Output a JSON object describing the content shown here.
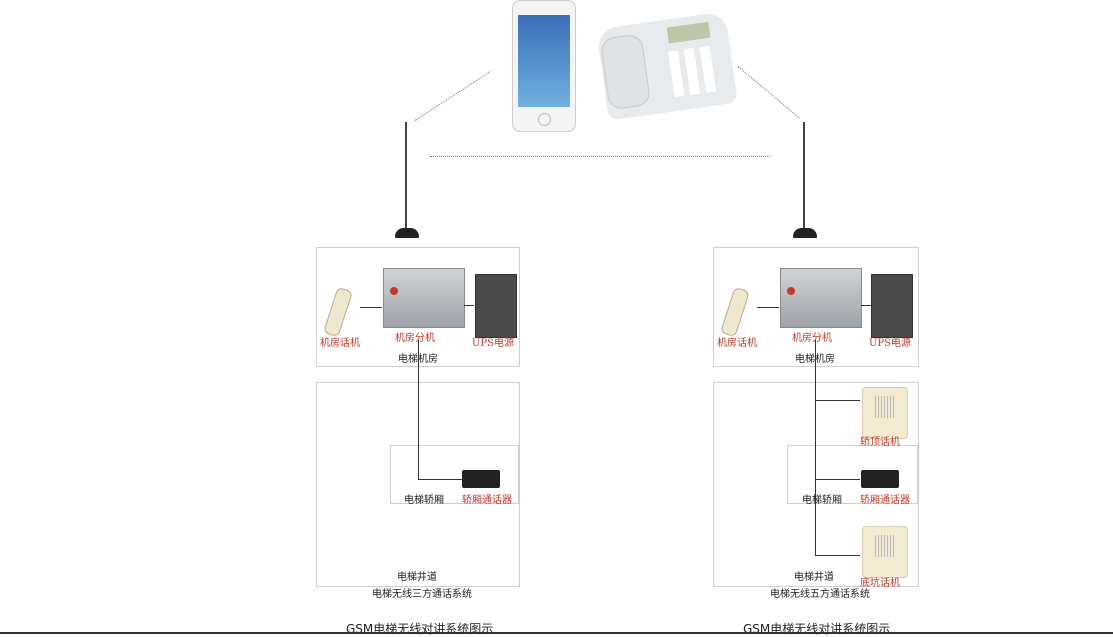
{
  "systems": [
    {
      "machine_room_phone": "机房话机",
      "machine_room_unit": "机房分机",
      "ups": "UPS电源",
      "machine_room": "电梯机房",
      "car": "电梯轿厢",
      "car_intercom": "轿厢通话器",
      "shaft": "电梯井道",
      "system_name": "电梯无线三方通话系统",
      "caption": "GSM电梯无线对讲系统图示"
    },
    {
      "machine_room_phone": "机房话机",
      "machine_room_unit": "机房分机",
      "ups": "UPS电源",
      "machine_room": "电梯机房",
      "car_top_phone": "轿顶话机",
      "car": "电梯轿厢",
      "car_intercom": "轿厢通话器",
      "pit_phone": "底坑话机",
      "shaft": "电梯井道",
      "system_name": "电梯无线五方通话系统",
      "caption": "GSM电梯无线对讲系统图示"
    }
  ],
  "colors": {
    "label_red": "#c0392b"
  }
}
